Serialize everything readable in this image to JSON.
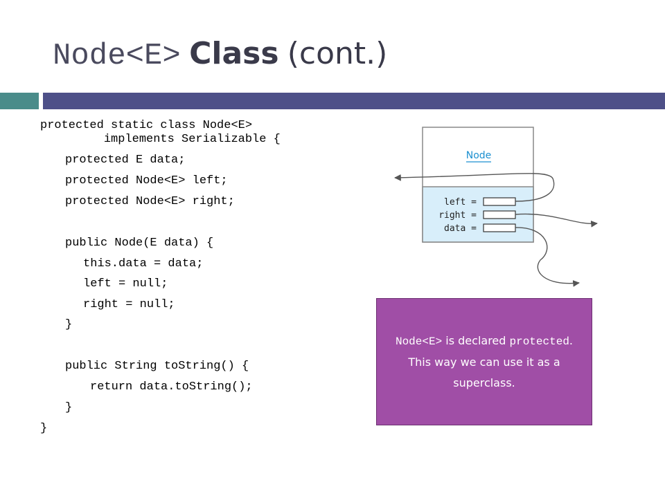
{
  "title": {
    "code_part": "Node<E>",
    "bold_part": "Class",
    "suffix": "(cont.)"
  },
  "code_lines": [
    "protected static class Node<E>",
    "         implements Serializable {",
    "protected E data;",
    "protected Node<E> left;",
    "protected Node<E> right;",
    "public Node(E data) {",
    "this.data = data;",
    "left = null;",
    "right = null;",
    "}",
    "public String toString() {",
    "return data.toString();",
    "}",
    "}"
  ],
  "diagram": {
    "node_label": "Node",
    "field_left": "left =",
    "field_right": "right =",
    "field_data": "data =",
    "colors": {
      "fields_bg": "#d8eefa",
      "label": "#1a8fd0",
      "outline": "#555555"
    }
  },
  "callout": {
    "code1": "Node<E>",
    "text1": " is declared ",
    "code2": "protected",
    "text2": ". This way we can use it as a superclass.",
    "bg_color": "#a04ea6"
  },
  "colors": {
    "teal_bar": "#4a8c8a",
    "blue_bar": "#4e5088"
  }
}
